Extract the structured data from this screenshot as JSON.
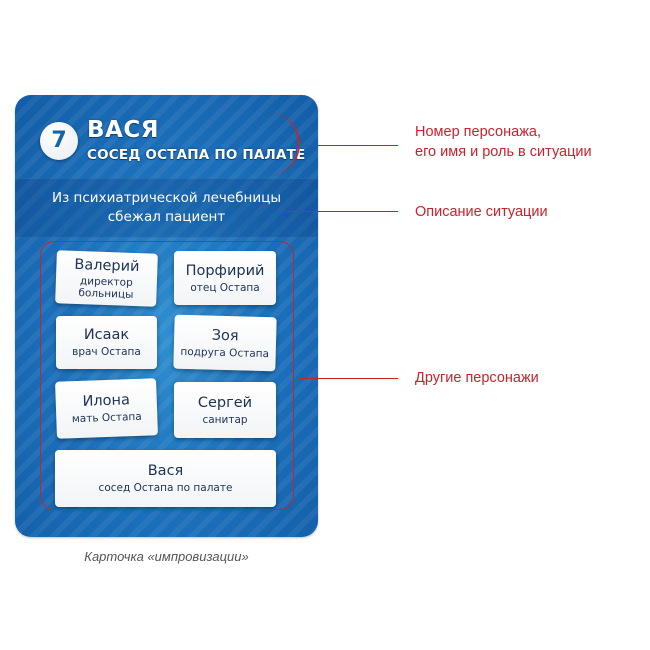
{
  "card": {
    "number": "7",
    "name": "ВАСЯ",
    "role": "СОСЕД ОСТАПА ПО ПАЛАТЕ",
    "situation": {
      "line1": "Из психиатрической лечебницы",
      "line2": "сбежал пациент"
    },
    "characters": [
      {
        "name": "Валерий",
        "role_line1": "директор",
        "role_line2": "больницы"
      },
      {
        "name": "Порфирий",
        "role_line1": "отец Остапа",
        "role_line2": ""
      },
      {
        "name": "Исаак",
        "role_line1": "врач Остапа",
        "role_line2": ""
      },
      {
        "name": "Зоя",
        "role_line1": "подруга Остапа",
        "role_line2": ""
      },
      {
        "name": "Илона",
        "role_line1": "мать Остапа",
        "role_line2": ""
      },
      {
        "name": "Сергей",
        "role_line1": "санитар",
        "role_line2": ""
      },
      {
        "name": "Вася",
        "role_line1": "сосед Остапа по палате",
        "role_line2": ""
      }
    ],
    "colors": {
      "card_blue": "#1d72bd",
      "annotation_red": "#c8232c",
      "tile_text": "#1b3354"
    }
  },
  "annotations": {
    "header": {
      "line1": "Номер персонажа,",
      "line2": "его имя и роль в ситуации"
    },
    "situation": "Описание ситуации",
    "characters": "Другие персонажи"
  },
  "caption": "Карточка «импровизации»"
}
